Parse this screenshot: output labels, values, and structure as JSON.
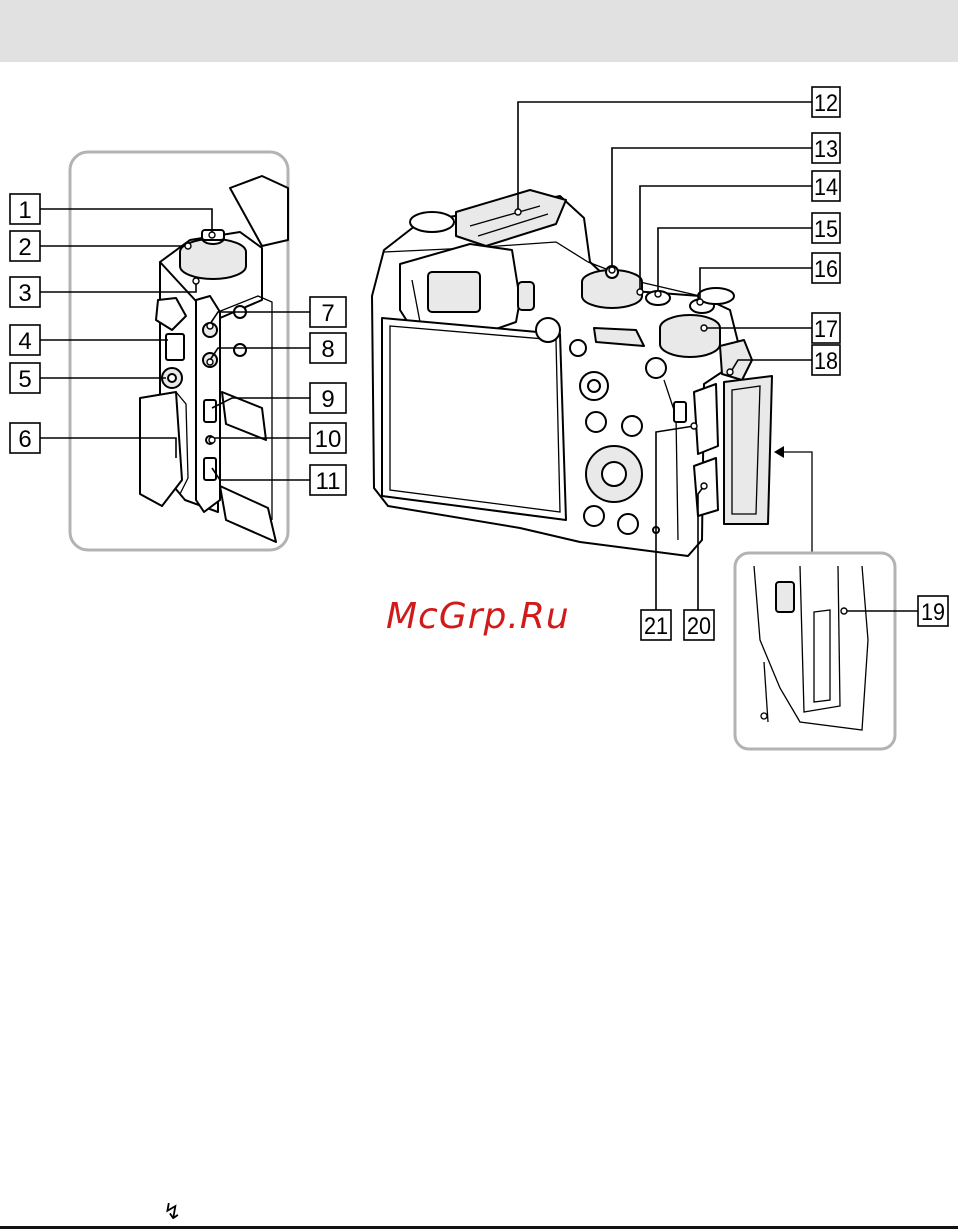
{
  "page": {
    "header_color": "#e1e1e1",
    "watermark": "McGrp.Ru",
    "watermark_color": "#d11a1a",
    "footer_icon": "flash-icon"
  },
  "callouts": [
    {
      "n": "1"
    },
    {
      "n": "2"
    },
    {
      "n": "3"
    },
    {
      "n": "4"
    },
    {
      "n": "5"
    },
    {
      "n": "6"
    },
    {
      "n": "7"
    },
    {
      "n": "8"
    },
    {
      "n": "9"
    },
    {
      "n": "10"
    },
    {
      "n": "11"
    },
    {
      "n": "12"
    },
    {
      "n": "13"
    },
    {
      "n": "14"
    },
    {
      "n": "15"
    },
    {
      "n": "16"
    },
    {
      "n": "17"
    },
    {
      "n": "18"
    },
    {
      "n": "19"
    },
    {
      "n": "20"
    },
    {
      "n": "21"
    }
  ]
}
